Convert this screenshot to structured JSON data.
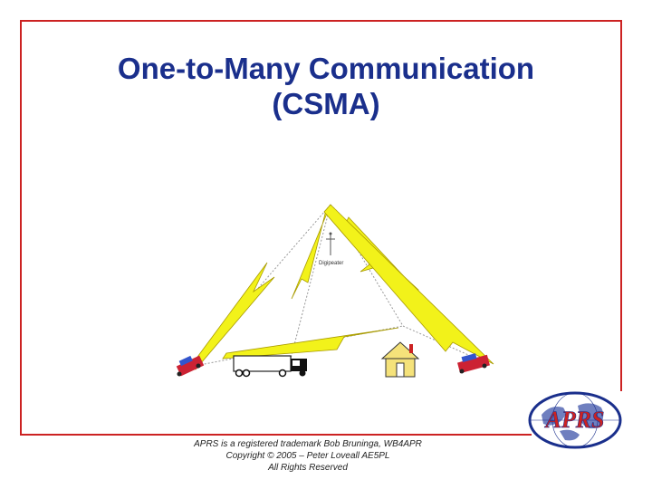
{
  "slide": {
    "title_line1": "One-to-Many Communication",
    "title_line2": "(CSMA)"
  },
  "diagram": {
    "repeater_label": "Digipeater",
    "colors": {
      "frame": "#cc2222",
      "title": "#1a2f8c",
      "lightning": "#f2f21a",
      "vehicle": "#cc2233",
      "house": "#f5e27a"
    },
    "icons": [
      "digipeater-icon",
      "car-icon",
      "truck-icon",
      "house-icon",
      "lightning-icon"
    ]
  },
  "footer": {
    "line1": "APRS is a registered trademark Bob Bruninga, WB4APR",
    "line2": "Copyright © 2005 – Peter Loveall AE5PL",
    "line3": "All Rights Reserved"
  },
  "logo": {
    "text": "APRS"
  }
}
